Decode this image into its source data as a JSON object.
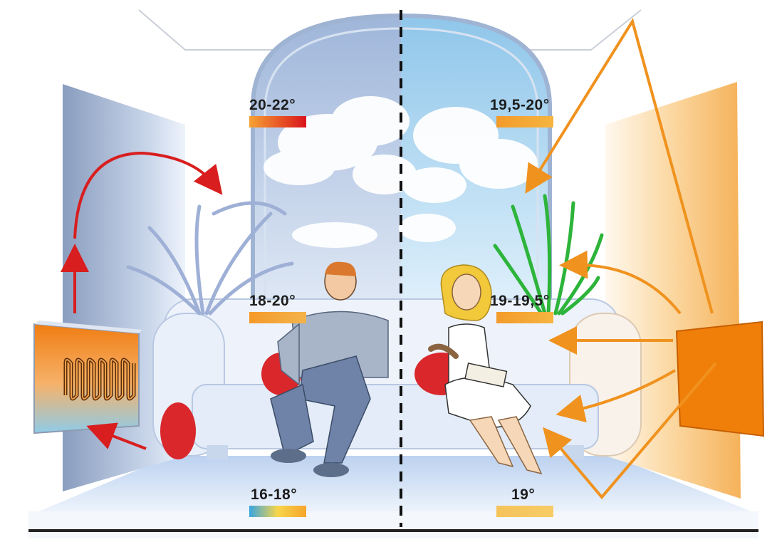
{
  "left_side": {
    "temps": {
      "ceiling": "20-22°",
      "middle": "18-20°",
      "floor": "16-18°"
    },
    "colors": {
      "wall": "#8fa3c4",
      "arrow": "#d81e1e",
      "radiator": "#f08a1e"
    }
  },
  "right_side": {
    "temps": {
      "ceiling": "19,5-20°",
      "middle": "19-19,5°",
      "floor": "19°"
    },
    "colors": {
      "wall": "#f5b862",
      "arrow": "#f0921e",
      "panel": "#f07f0a"
    }
  },
  "divider": {
    "style": "dashed",
    "color": "#111111"
  }
}
